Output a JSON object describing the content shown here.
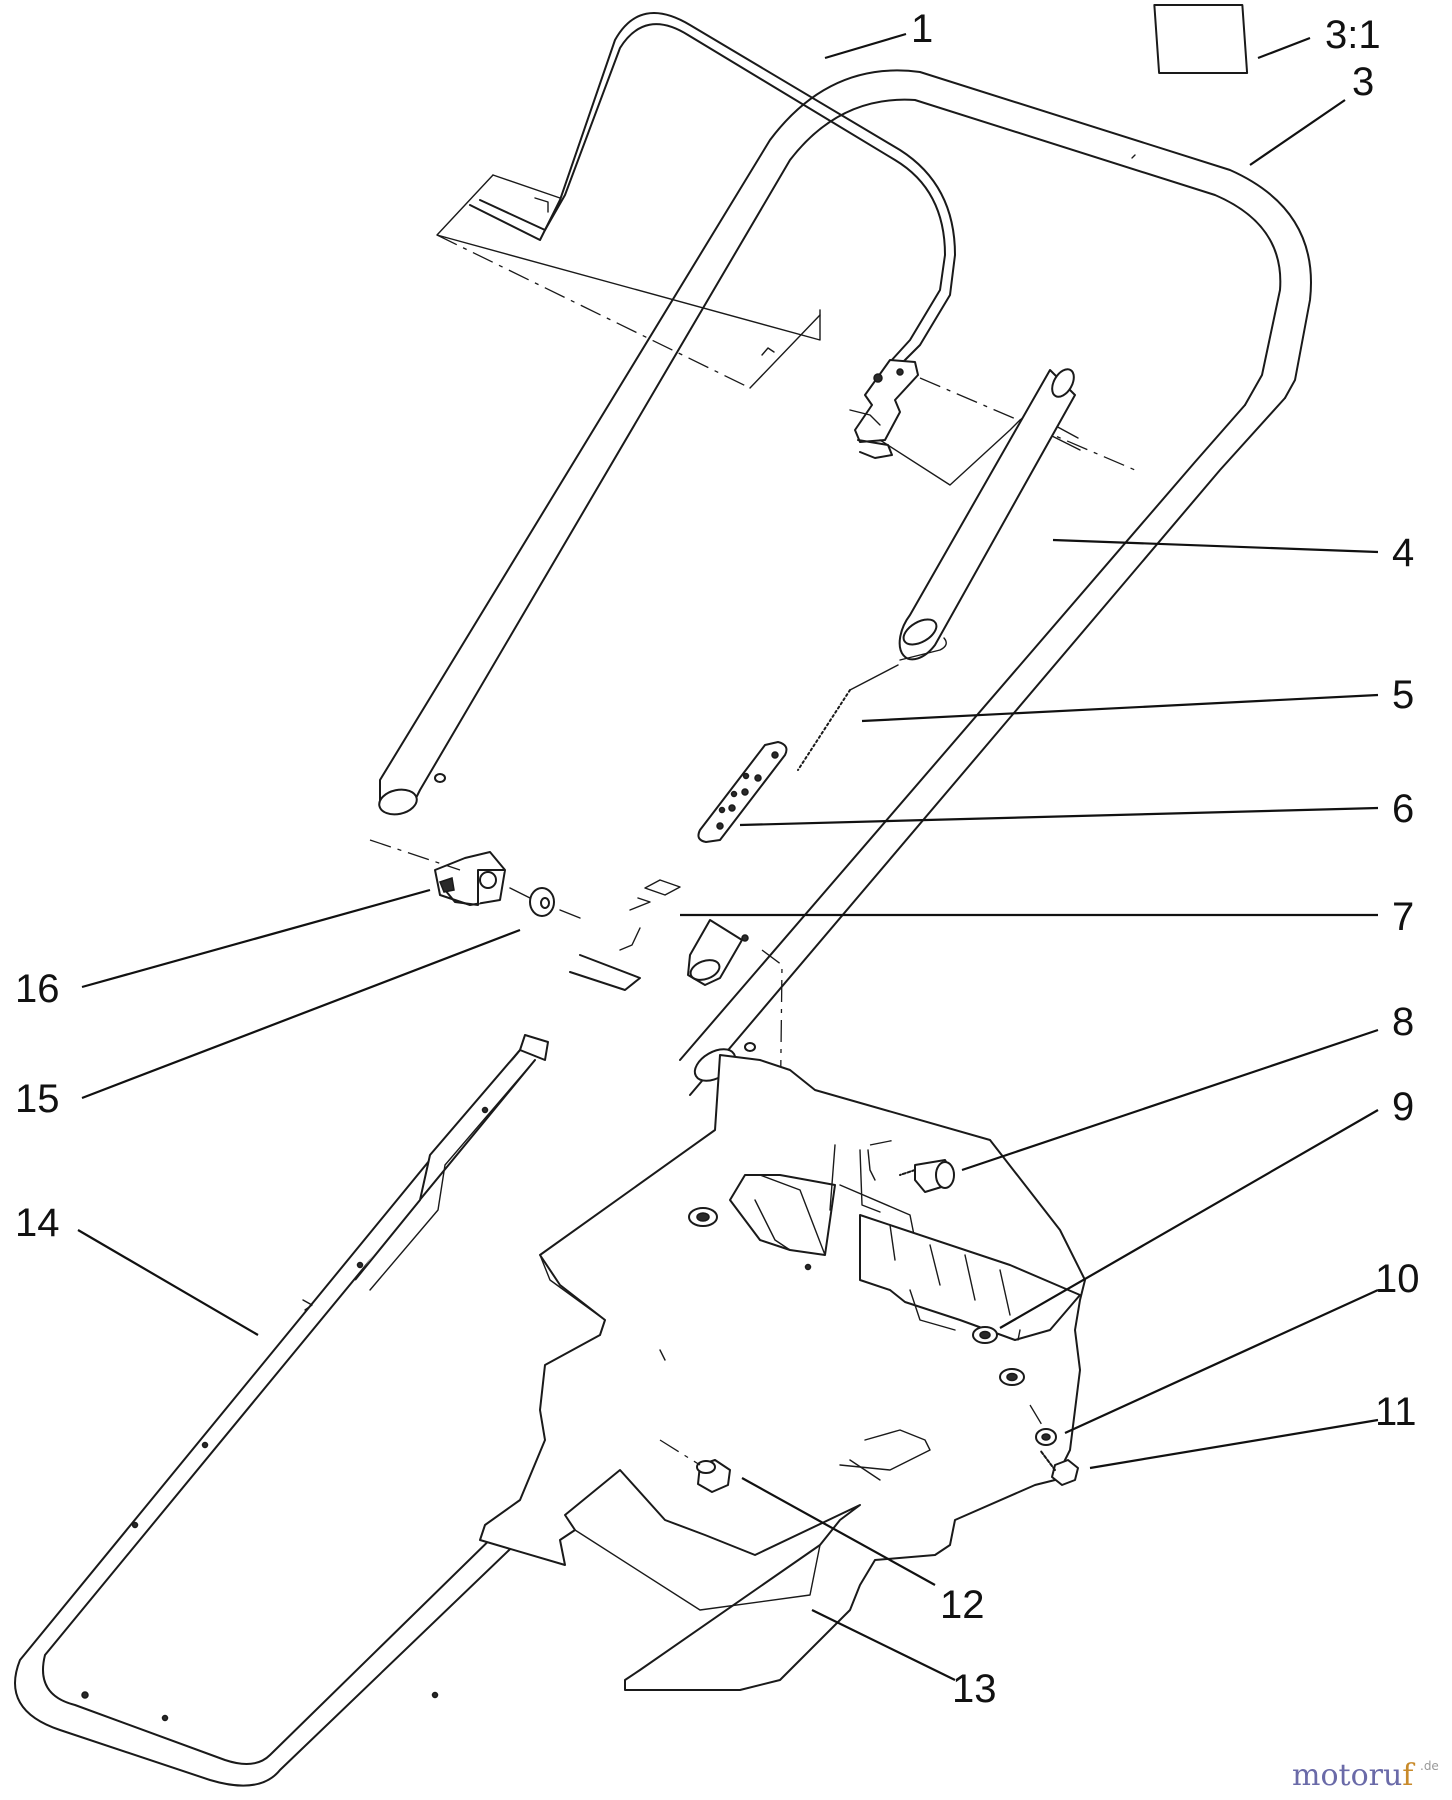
{
  "callouts": [
    {
      "id": "c1",
      "label": "1"
    },
    {
      "id": "c3-1",
      "label": "3:1"
    },
    {
      "id": "c3",
      "label": "3"
    },
    {
      "id": "c4",
      "label": "4"
    },
    {
      "id": "c5",
      "label": "5"
    },
    {
      "id": "c6",
      "label": "6"
    },
    {
      "id": "c7",
      "label": "7"
    },
    {
      "id": "c8",
      "label": "8"
    },
    {
      "id": "c9",
      "label": "9"
    },
    {
      "id": "c10",
      "label": "10"
    },
    {
      "id": "c11",
      "label": "11"
    },
    {
      "id": "c12",
      "label": "12"
    },
    {
      "id": "c13",
      "label": "13"
    },
    {
      "id": "c14",
      "label": "14"
    },
    {
      "id": "c15",
      "label": "15"
    },
    {
      "id": "c16",
      "label": "16"
    }
  ],
  "watermark": {
    "brand_main": "motoruf",
    "brand_accent": "f",
    "brand_suffix": ".de"
  }
}
